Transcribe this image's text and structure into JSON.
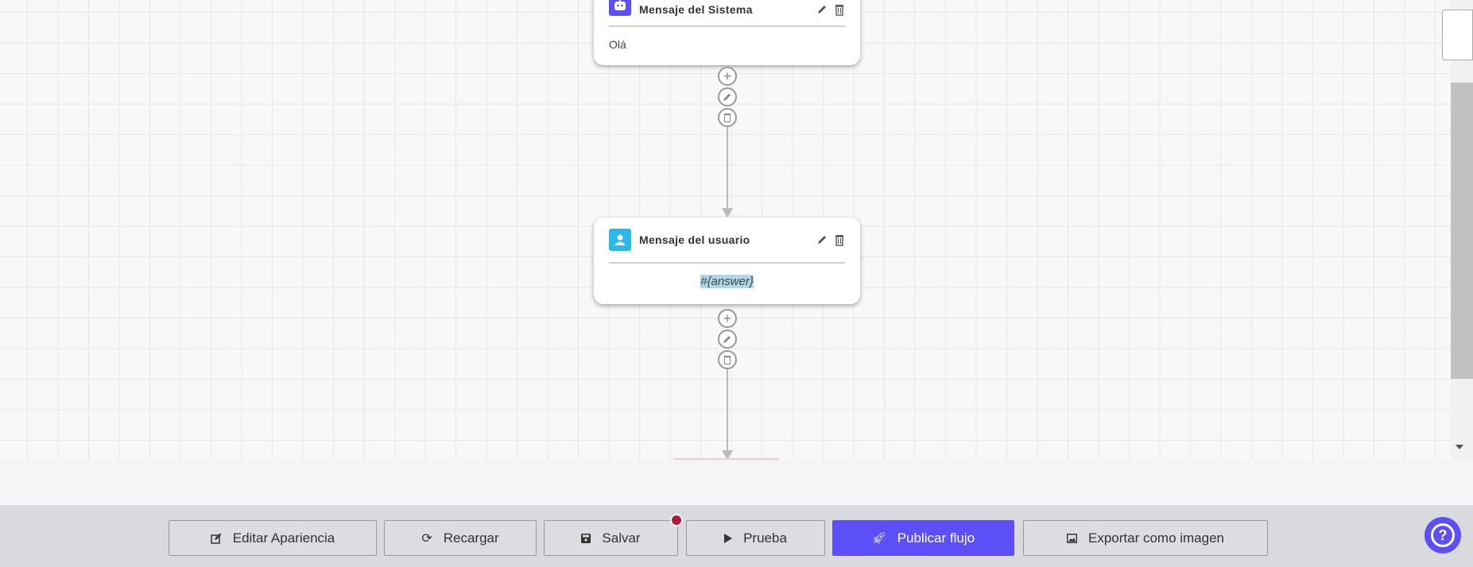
{
  "nodes": [
    {
      "title": "Mensaje del Sistema",
      "body": "Olá",
      "icon": "robot-icon",
      "icon_color": "#5c4ff8"
    },
    {
      "title": "Mensaje del usuario",
      "body": "#{answer}",
      "icon": "user-icon",
      "icon_color": "#2bb9e8"
    }
  ],
  "toolbar": {
    "edit_appearance": "Editar Apariencia",
    "reload": "Recargar",
    "save": "Salvar",
    "test": "Prueba",
    "publish": "Publicar flujo",
    "export": "Exportar como imagen"
  },
  "colors": {
    "accent": "#5c4ff8",
    "unsaved_dot": "#b5163a",
    "highlight": "#add8e6"
  }
}
